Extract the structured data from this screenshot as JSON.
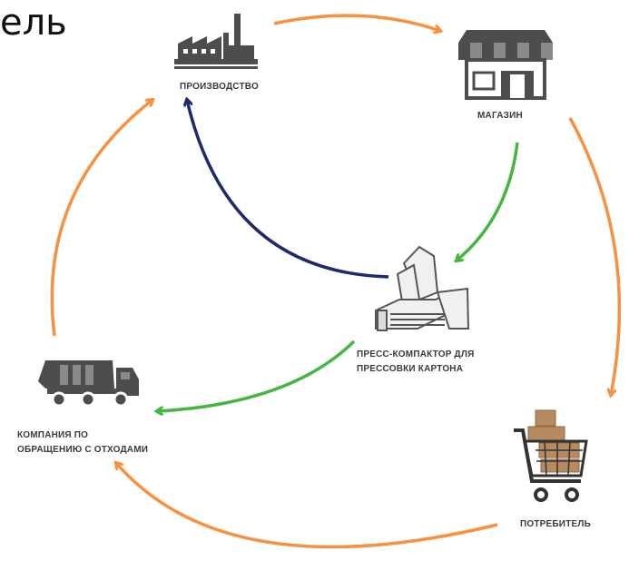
{
  "title_fragment": "ель",
  "nodes": {
    "production": {
      "label": "ПРОИЗВОДСТВО",
      "icon": "factory-icon"
    },
    "store": {
      "label": "МАГАЗИН",
      "icon": "store-icon"
    },
    "press": {
      "label_line1": "ПРЕСС-КОМПАКТОР ДЛЯ",
      "label_line2": "ПРЕССОВКИ КАРТОНА",
      "icon": "press-compactor-icon"
    },
    "waste_company": {
      "label_line1": "КОМПАНИЯ ПО",
      "label_line2": "ОБРАЩЕНИЮ С ОТХОДАМИ",
      "icon": "garbage-truck-icon"
    },
    "consumer": {
      "label": "ПОТРЕБИТЕЛЬ",
      "icon": "shopping-cart-icon"
    }
  },
  "colors": {
    "outer_cycle": "#f7913f",
    "to_press": "#44b53f",
    "recycle_return": "#1f2a6b",
    "icon_dark": "#4d4d4d",
    "icon_mid": "#8a8a8a",
    "box": "#b88a60"
  }
}
